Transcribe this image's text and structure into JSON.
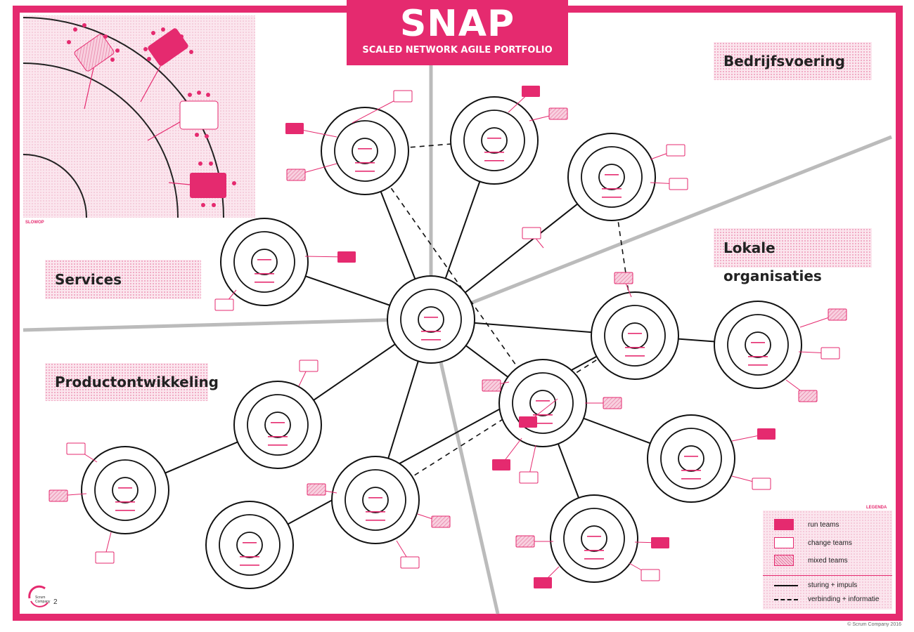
{
  "header": {
    "title": "SNAP",
    "subtitle": "SCALED NETWORK AGILE PORTFOLIO"
  },
  "regions": {
    "bedrijfsvoering": "Bedrijfsvoering",
    "lokale": "Lokale organisaties",
    "services": "Services",
    "productontwikkeling": "Productontwikkeling"
  },
  "inset_label": "SLOWOP",
  "legend": {
    "title": "LEGENDA",
    "run": "run teams",
    "change": "change teams",
    "mixed": "mixed teams",
    "steering": "sturing + impuls",
    "connection": "verbinding + informatie"
  },
  "footer": {
    "copyright": "© Scrum Company 2016",
    "logo_text": "Scrum Company"
  },
  "colors": {
    "brand": "#e52a6f",
    "frame": "#e52a6f",
    "divider": "#bbbbbb",
    "line": "#111111",
    "mixed_fill": "#f3a7c3",
    "region_bg": "#fbe6ee"
  },
  "diagram": {
    "hub_node": "center",
    "nodes": [
      "center",
      "n1",
      "n2",
      "n3",
      "n4",
      "n5",
      "n6",
      "n7",
      "n8",
      "n9",
      "n10",
      "n11",
      "n12",
      "n13",
      "n14"
    ],
    "solid_links": [
      [
        "center",
        "n1"
      ],
      [
        "center",
        "n2"
      ],
      [
        "center",
        "n3"
      ],
      [
        "center",
        "n4"
      ],
      [
        "center",
        "n5"
      ],
      [
        "center",
        "n6"
      ],
      [
        "center",
        "n7"
      ],
      [
        "center",
        "n9"
      ],
      [
        "n5",
        "n10"
      ],
      [
        "n5",
        "n11"
      ],
      [
        "n7",
        "n8"
      ],
      [
        "n6",
        "n12"
      ],
      [
        "n6",
        "n13"
      ]
    ],
    "dashed_links": [
      [
        "n1",
        "n2"
      ],
      [
        "n1",
        "n5"
      ],
      [
        "n3",
        "n6"
      ],
      [
        "n6",
        "n9"
      ]
    ],
    "team_boxes": {
      "n1": [
        "change",
        "run",
        "mixed"
      ],
      "n2": [
        "run",
        "mixed"
      ],
      "n3": [
        "change",
        "change"
      ],
      "n4": [
        "run",
        "change"
      ],
      "n5": [
        "mixed",
        "run",
        "mixed",
        "change"
      ],
      "n6": [
        "mixed",
        "run",
        "change"
      ],
      "n7": [
        "change"
      ],
      "n8": [
        "change",
        "mixed",
        "change"
      ],
      "n9": [
        "mixed",
        "mixed",
        "change"
      ],
      "n10": [
        "run",
        "change"
      ],
      "n11": [
        "run",
        "mixed",
        "change",
        "run"
      ],
      "n12": [
        "mixed",
        "change",
        "mixed"
      ]
    }
  }
}
